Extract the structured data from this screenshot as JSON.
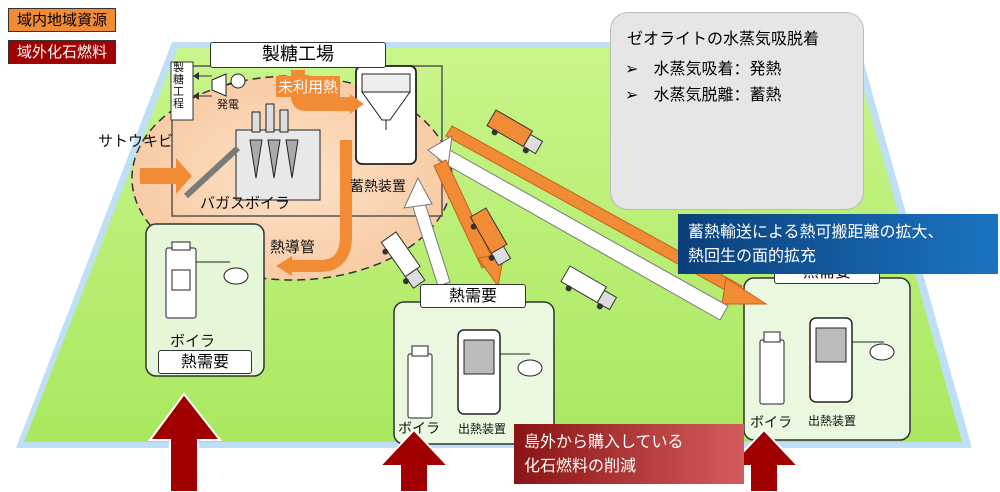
{
  "legend": {
    "local_resource": "域内地域資源",
    "external_fuel": "域外化石燃料"
  },
  "factory": {
    "title": "製糖工場",
    "process_label": "製糖工程",
    "generator_label": "発電",
    "unused_heat_label": "未利用熱",
    "storage_label": "蓄熱装置",
    "sugarcane_label": "サトウキビ",
    "bagasse_boiler_label": "バガスボイラ",
    "heat_pipe_label": "熱導管"
  },
  "demand_left": {
    "boiler_label": "ボイラ",
    "title": "熱需要"
  },
  "demand_mid": {
    "title": "熱需要",
    "boiler_label": "ボイラ",
    "output_label": "出熱装置"
  },
  "demand_right": {
    "title": "熱需要",
    "boiler_label": "ボイラ",
    "output_label": "出熱装置"
  },
  "zeolite": {
    "title": "ゼオライトの水蒸気吸脱着",
    "items": [
      "水蒸気吸着：発熱",
      "水蒸気脱離：蓄熱"
    ],
    "bullet": "➢"
  },
  "callouts": {
    "transport": [
      "蓄熱輸送による熱可搬距離の拡大、",
      "熱回生の面的拡充"
    ],
    "reduction": [
      "島外から購入している",
      "化石燃料の削減"
    ]
  },
  "colors": {
    "orange": "#f28b35",
    "dark_red": "#a00000",
    "green": "#b8ee6c",
    "navy": "#0a4f8c"
  }
}
